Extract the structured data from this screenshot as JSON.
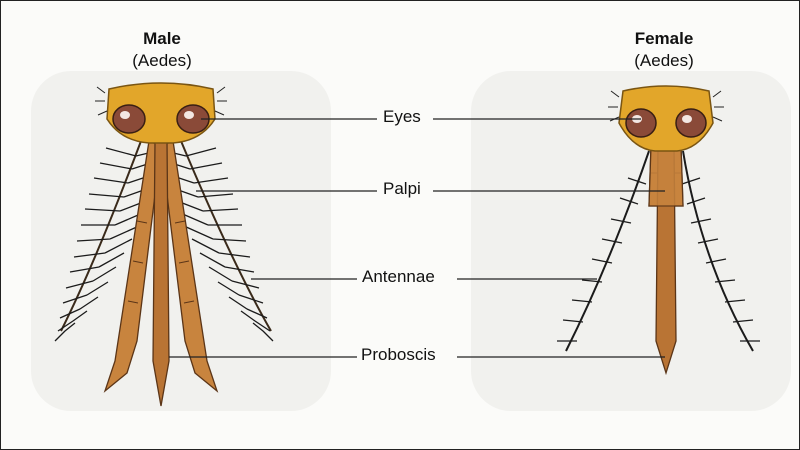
{
  "titles": {
    "male": {
      "name": "Male",
      "genus": "(Aedes)"
    },
    "female": {
      "name": "Female",
      "genus": "(Aedes)"
    }
  },
  "labels": {
    "eyes": "Eyes",
    "palpi": "Palpi",
    "antennae": "Antennae",
    "proboscis": "Proboscis"
  },
  "colors": {
    "head": "#e2a62a",
    "eye": "#8a4a38",
    "mouthparts": "#c8843e",
    "hair": "#1b1b1b",
    "leader": "#222222"
  }
}
